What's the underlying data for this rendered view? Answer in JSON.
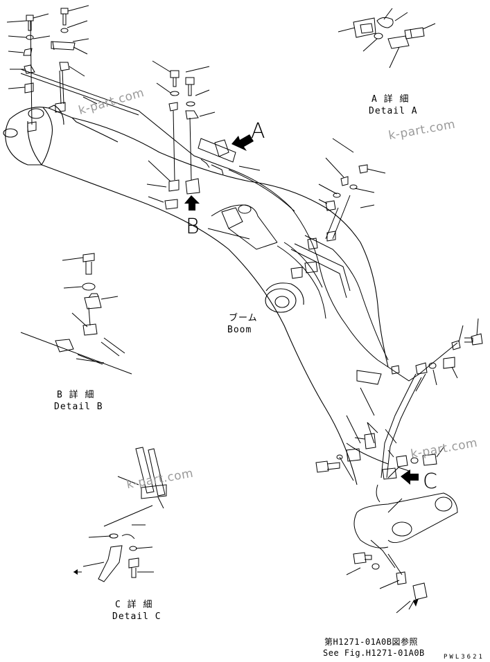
{
  "callouts": {
    "a": "A",
    "b": "B",
    "c": "C"
  },
  "detail_a": {
    "jp": "A 詳 細",
    "en": "Detail A"
  },
  "detail_b": {
    "jp": "B 詳 細",
    "en": "Detail B"
  },
  "detail_c": {
    "jp": "C 詳 細",
    "en": "Detail C"
  },
  "boom": {
    "jp": "ブーム",
    "en": "Boom"
  },
  "reference": {
    "jp": "第H1271-01A0B図参照",
    "en": "See Fig.H1271-01A0B"
  },
  "watermark": "k-part.com",
  "drawing_code": "PWL3621"
}
